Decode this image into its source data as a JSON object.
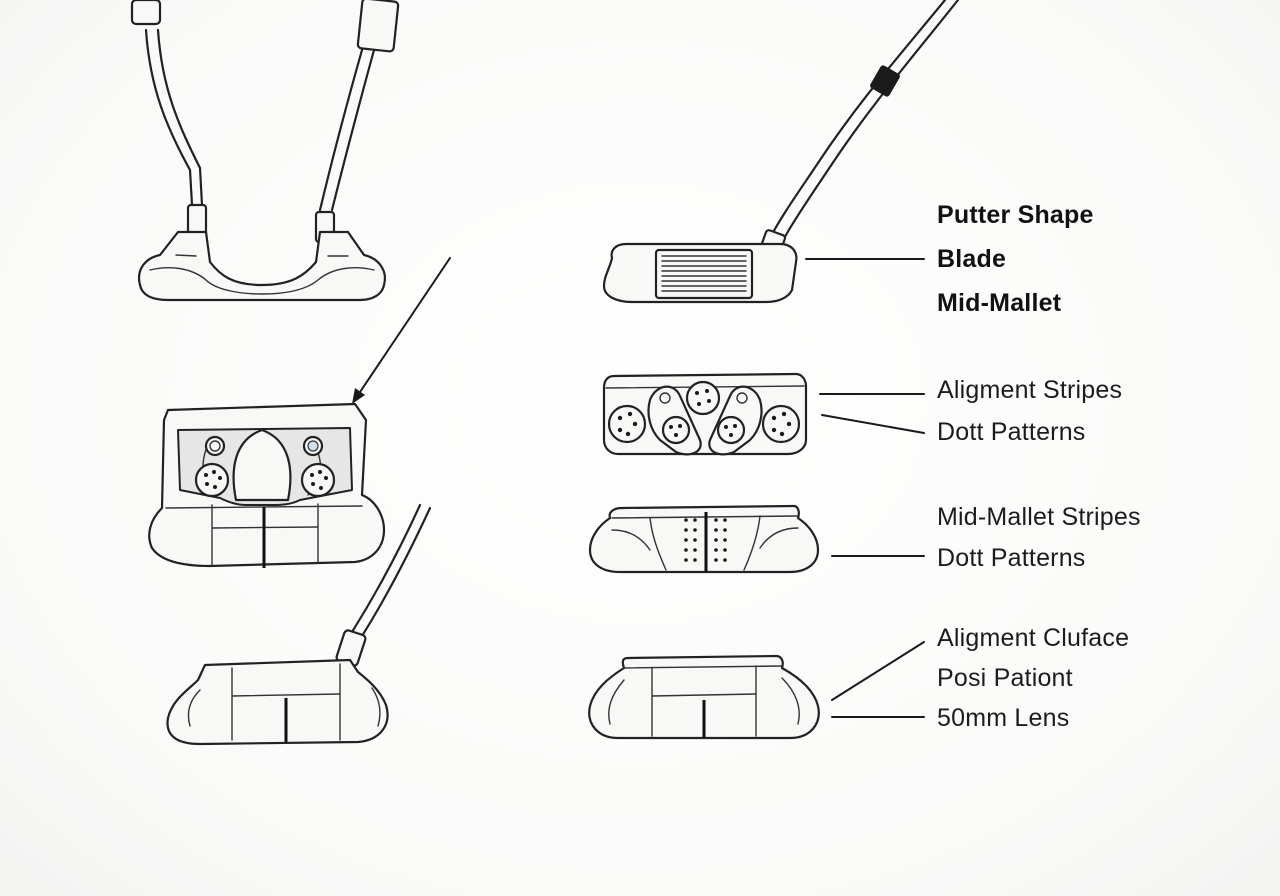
{
  "labels": {
    "putter_shape": "Putter Shape",
    "blade": "Blade",
    "mid_mallet": "Mid-Mallet",
    "alignment_stripes": "Aligment Stripes",
    "dott_patterns_1": "Dott Patterns",
    "mid_mallet_stripes": "Mid-Mallet Stripes",
    "dott_patterns_2": "Dott Patterns",
    "alignment_cluface": "Aligment Cluface",
    "posi_pationt": "Posi Pationt",
    "lens": "50mm Lens"
  }
}
